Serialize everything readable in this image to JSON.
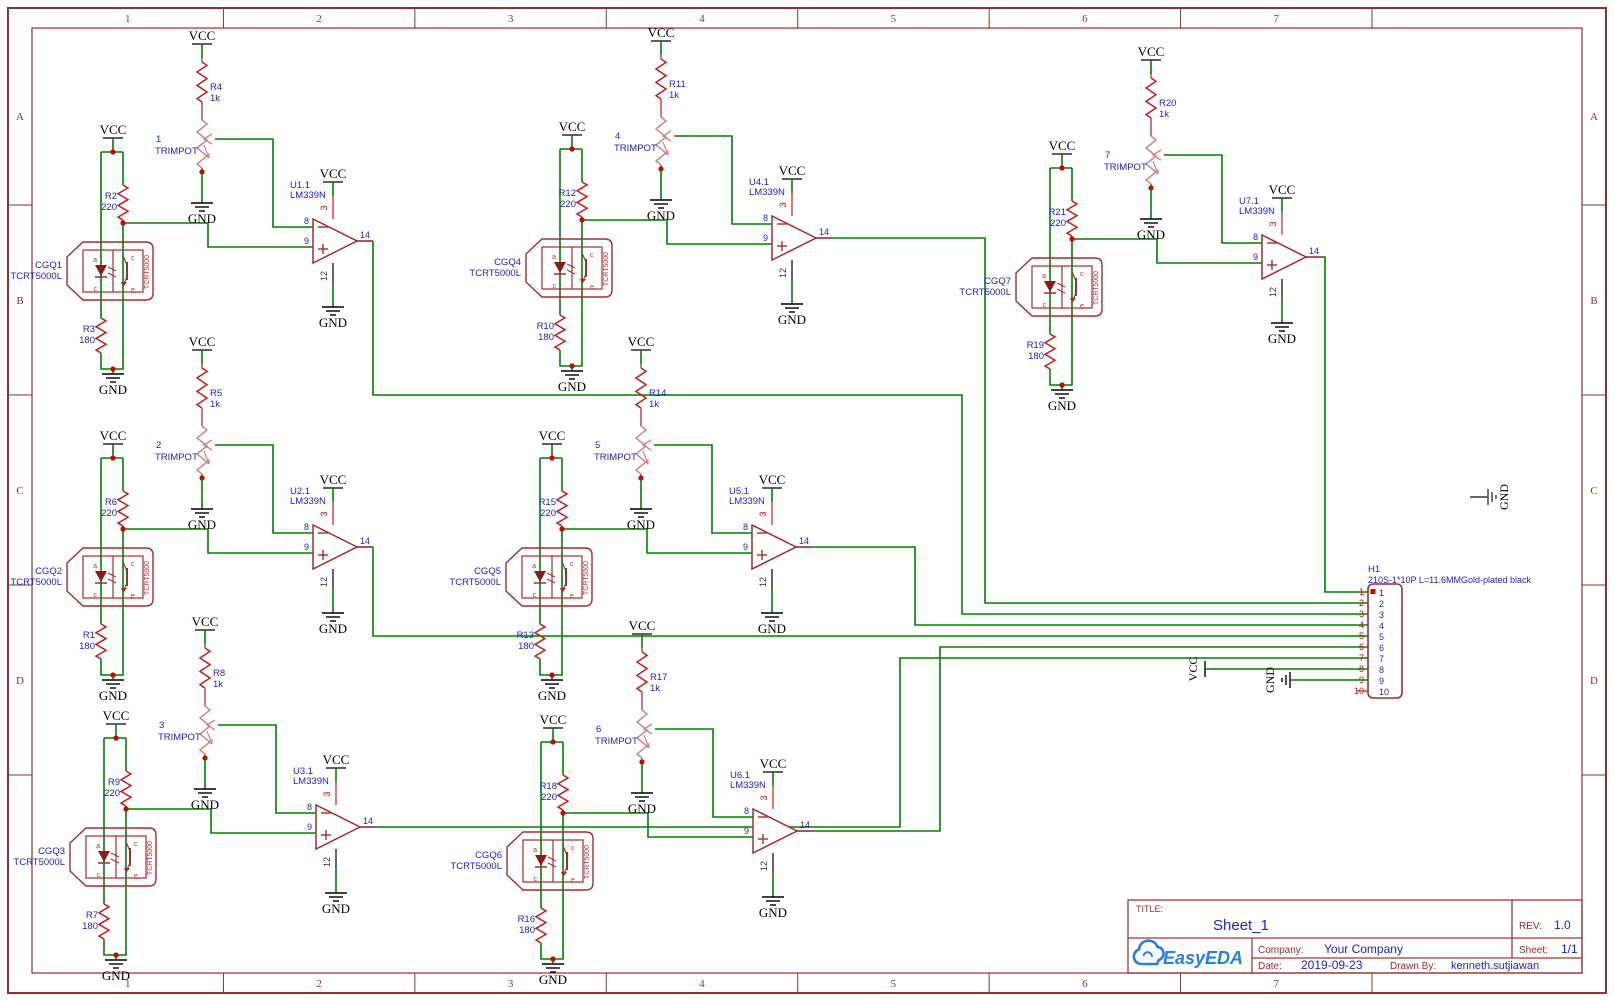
{
  "frame": {
    "columns": [
      "1",
      "2",
      "3",
      "4",
      "5",
      "6",
      "7"
    ],
    "rows": [
      "A",
      "B",
      "C",
      "D"
    ]
  },
  "shared": {
    "vcc": "VCC",
    "gnd": "GND",
    "trimpot_label": "TRIMPOT",
    "chip": "TCRT5000",
    "pin_letters": {
      "led_top": "a",
      "led_bottom": "c",
      "tr_top": "c",
      "tr_bottom": "e"
    },
    "comp_pins": {
      "inv": "8",
      "nin": "9",
      "out": "14",
      "vcc": "3",
      "gnd": "12"
    }
  },
  "channels": [
    {
      "sensor": "CGQ1",
      "sensor_part": "TCRT5000L",
      "r_top": [
        "R2",
        "220"
      ],
      "r_bottom": [
        "R3",
        "180"
      ],
      "r_pullup": [
        "R4",
        "1k"
      ],
      "trimpot_num": "1",
      "comparator": "U1.1",
      "comparator_part": "LM339N"
    },
    {
      "sensor": "CGQ2",
      "sensor_part": "TCRT5000L",
      "r_top": [
        "R6",
        "220"
      ],
      "r_bottom": [
        "R1",
        "180"
      ],
      "r_pullup": [
        "R5",
        "1k"
      ],
      "trimpot_num": "2",
      "comparator": "U2.1",
      "comparator_part": "LM339N"
    },
    {
      "sensor": "CGQ3",
      "sensor_part": "TCRT5000L",
      "r_top": [
        "R9",
        "220"
      ],
      "r_bottom": [
        "R7",
        "180"
      ],
      "r_pullup": [
        "R8",
        "1k"
      ],
      "trimpot_num": "3",
      "comparator": "U3.1",
      "comparator_part": "LM339N"
    },
    {
      "sensor": "CGQ4",
      "sensor_part": "TCRT5000L",
      "r_top": [
        "R12",
        "220"
      ],
      "r_bottom": [
        "R10",
        "180"
      ],
      "r_pullup": [
        "R11",
        "1k"
      ],
      "trimpot_num": "4",
      "comparator": "U4.1",
      "comparator_part": "LM339N"
    },
    {
      "sensor": "CGQ5",
      "sensor_part": "TCRT5000L",
      "r_top": [
        "R15",
        "220"
      ],
      "r_bottom": [
        "R13",
        "180"
      ],
      "r_pullup": [
        "R14",
        "1k"
      ],
      "trimpot_num": "5",
      "comparator": "U5.1",
      "comparator_part": "LM339N"
    },
    {
      "sensor": "CGQ6",
      "sensor_part": "TCRT5000L",
      "r_top": [
        "R18",
        "220"
      ],
      "r_bottom": [
        "R16",
        "180"
      ],
      "r_pullup": [
        "R17",
        "1k"
      ],
      "trimpot_num": "6",
      "comparator": "U6.1",
      "comparator_part": "LM339N"
    },
    {
      "sensor": "CGQ7",
      "sensor_part": "TCRT5000L",
      "r_top": [
        "R21",
        "220"
      ],
      "r_bottom": [
        "R19",
        "180"
      ],
      "r_pullup": [
        "R20",
        "1k"
      ],
      "trimpot_num": "7",
      "comparator": "U7.1",
      "comparator_part": "LM339N"
    }
  ],
  "connector": {
    "refdes": "H1",
    "part": "210S-1*10P L=11.6MMGold-plated black",
    "pins": [
      "1",
      "2",
      "3",
      "4",
      "5",
      "6",
      "7",
      "8",
      "9",
      "10"
    ]
  },
  "title_block": {
    "title_label": "TITLE:",
    "title": "Sheet_1",
    "rev_label": "REV:",
    "rev": "1.0",
    "company_label": "Company:",
    "company": "Your Company",
    "sheet_label": "Sheet:",
    "sheet": "1/1",
    "date_label": "Date:",
    "date": "2019-09-23",
    "drawn_label": "Drawn By:",
    "drawn_by": "kenneth.sutjiawan",
    "logo": "EasyEDA"
  },
  "colors": {
    "wire": "#008000",
    "component": "#9c3030",
    "resistor": "#bb2222",
    "trimpot": "#c98989",
    "red_wire": "#b05050",
    "label_blue": "#2323cc",
    "pin_red": "#e00000",
    "dark_pin": "#333333",
    "frame": "#8b3333",
    "junction": "#cc0000",
    "pin_letter": "#c03030",
    "logo_blue": "#2a7de1"
  }
}
